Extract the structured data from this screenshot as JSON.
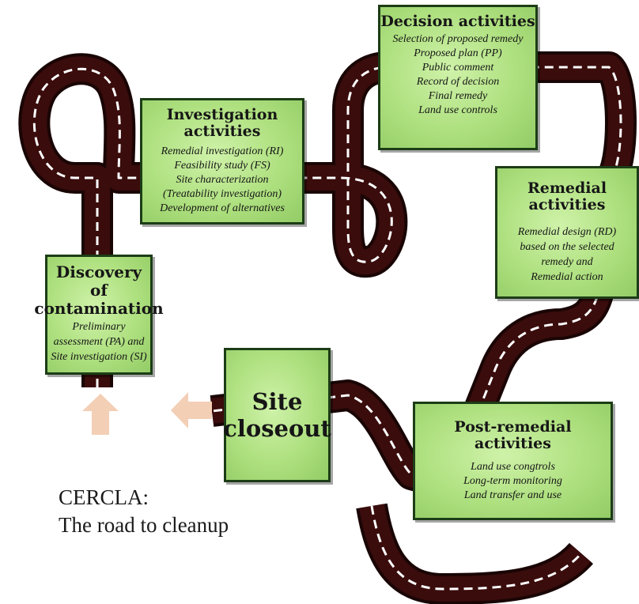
{
  "colors": {
    "road": "#3a0c0c",
    "road_edge": "#1a0505",
    "lane_marking": "#ffffff",
    "box_fill": "#aee07f",
    "box_border": "#1c3d16",
    "arrow": "#f3cfb6"
  },
  "boxes": {
    "investigation": {
      "title": "Investigation activities",
      "items": [
        "Remedial investigation (RI)",
        "Feasibility study (FS)",
        "Site characterization",
        "(Treatability investigation)",
        "Development of alternatives"
      ]
    },
    "decision": {
      "title": "Decision activities",
      "items": [
        "Selection of proposed remedy",
        "Proposed plan (PP)",
        "Public comment",
        "Record of decision",
        "Final remedy",
        "Land use controls"
      ]
    },
    "remedial": {
      "title": "Remedial activities",
      "lines": [
        "Remedial design (RD)",
        "based on the selected",
        "remedy and",
        "Remedial action"
      ]
    },
    "discovery": {
      "title_lines": [
        "Discovery of",
        "contamination"
      ],
      "lines": [
        "Preliminary",
        "assessment (PA) and",
        "Site investigation (SI)"
      ]
    },
    "closeout": {
      "title_lines": [
        "Site",
        "closeout"
      ]
    },
    "post_remedial": {
      "title": "Post-remedial activities",
      "items": [
        "Land use congtrols",
        "Long-term monitoring",
        "Land transfer and use"
      ]
    }
  },
  "caption": {
    "line1": "CERCLA:",
    "line2": "The road to cleanup"
  }
}
